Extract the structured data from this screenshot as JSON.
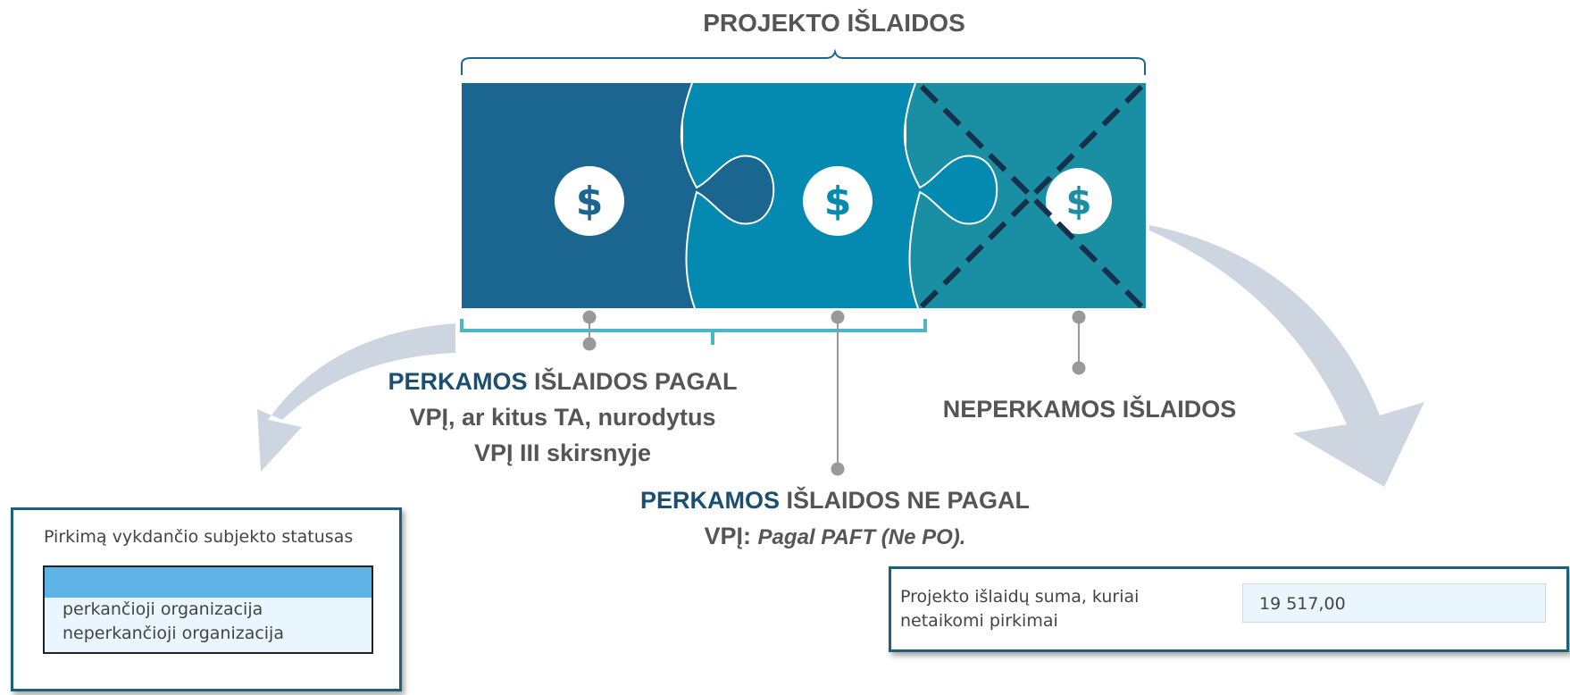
{
  "title": "PROJEKTO IŠLAIDOS",
  "icons": [
    "dollar-icon",
    "dollar-icon",
    "dollar-icon"
  ],
  "labels": {
    "purchase_guide": {
      "highlight": "PERKAMOS",
      "rest": "IŠLAIDOS PAGAL",
      "line2": "VPĮ, ar kitus TA, nurodytus",
      "line3": "VPĮ III skirsnyje"
    },
    "non_purchased": "NEPERKAMOS IŠLAIDOS",
    "purchase_not_guide": {
      "highlight": "PERKAMOS",
      "rest": "IŠLAIDOS NE PAGAL",
      "line2_bold": "VPĮ:",
      "line2_italic": "Pagal PAFT (Ne PO)."
    }
  },
  "left_form": {
    "caption": "Pirkimą vykdančio subjekto statusas",
    "options": [
      "perkančioji organizacija",
      "neperkančioji organizacija"
    ]
  },
  "right_form": {
    "caption": "Projekto išlaidų suma, kuriai netaikomi pirkimai",
    "value": "19 517,00"
  },
  "colors": {
    "piece1": "#1b6591",
    "piece2": "#0489b1",
    "piece3": "#1a8fa4",
    "bracket_teal": "#4ab7c8",
    "arrow": "#cdd6e0",
    "highlight_text": "#1b4f72"
  }
}
